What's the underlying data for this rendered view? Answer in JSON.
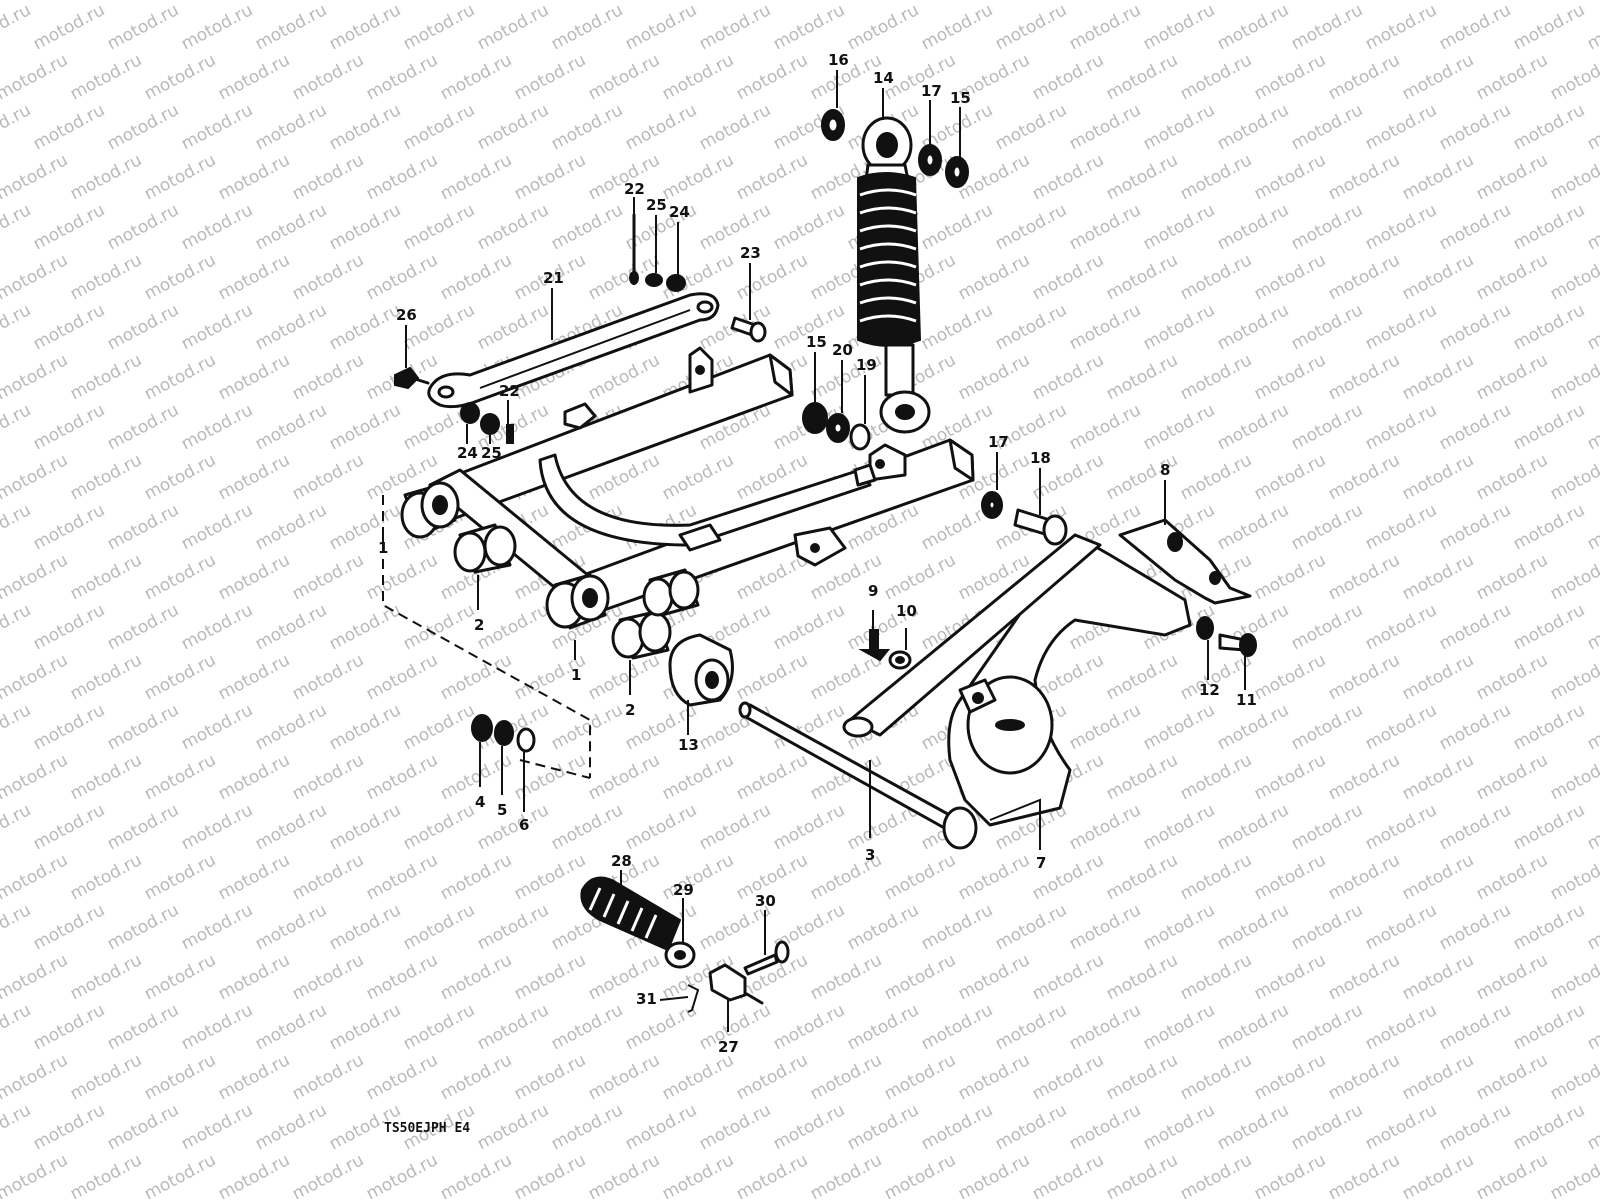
{
  "watermark": {
    "text": "motod.ru",
    "color": "#b9b9b9"
  },
  "diagram_code": "TS50EJPH E4",
  "callouts": {
    "c1": "1",
    "c1b": "1",
    "c2": "2",
    "c2b": "2",
    "c3": "3",
    "c4": "4",
    "c5": "5",
    "c6": "6",
    "c7": "7",
    "c8": "8",
    "c9": "9",
    "c10": "10",
    "c11": "11",
    "c12": "12",
    "c13": "13",
    "c14": "14",
    "c15": "15",
    "c15b": "15",
    "c16": "16",
    "c17": "17",
    "c17b": "17",
    "c18": "18",
    "c19": "19",
    "c20": "20",
    "c21": "21",
    "c22": "22",
    "c22b": "22",
    "c23": "23",
    "c24": "24",
    "c24b": "24",
    "c25": "25",
    "c25b": "25",
    "c26": "26",
    "c27": "27",
    "c28": "28",
    "c29": "29",
    "c30": "30",
    "c31": "31"
  }
}
